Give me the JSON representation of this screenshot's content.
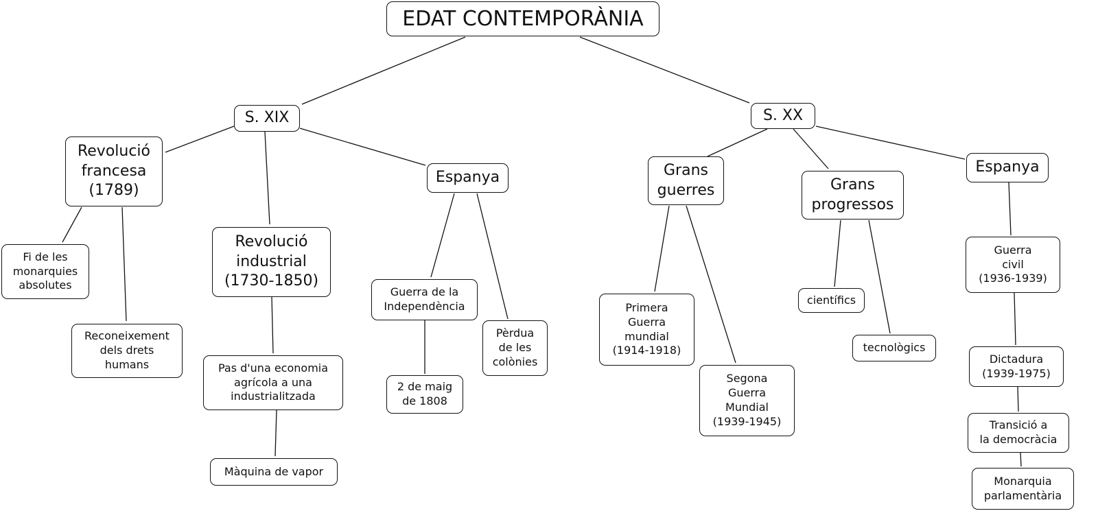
{
  "root": "EDAT CONTEMPORÀNIA",
  "s19": {
    "label": "S. XIX",
    "revolucio_francesa": {
      "label": "Revolució\nfrancesa\n(1789)",
      "children": [
        "Fi de les\nmonarquies\nabsolutes",
        "Reconeixement\ndels drets\nhumans"
      ]
    },
    "revolucio_industrial": {
      "label": "Revolució\nindustrial\n(1730-1850)",
      "children": [
        "Pas d'una economia\nagrícola a una\nindustrialitzada",
        "Màquina de vapor"
      ]
    },
    "espanya": {
      "label": "Espanya",
      "children": [
        "Guerra de la\nIndependència",
        "2 de maig\nde 1808",
        "Pèrdua\nde les\ncolònies"
      ]
    }
  },
  "s20": {
    "label": "S. XX",
    "grans_guerres": {
      "label": "Grans\nguerres",
      "children": [
        "Primera\nGuerra\nmundial\n(1914-1918)",
        "Segona\nGuerra\nMundial\n(1939-1945)"
      ]
    },
    "grans_progressos": {
      "label": "Grans\nprogressos",
      "children": [
        "científics",
        "tecnològics"
      ]
    },
    "espanya": {
      "label": "Espanya",
      "children": [
        "Guerra\ncivil\n(1936-1939)",
        "Dictadura\n(1939-1975)",
        "Transició a\nla democràcia",
        "Monarquia\nparlamentària"
      ]
    }
  }
}
